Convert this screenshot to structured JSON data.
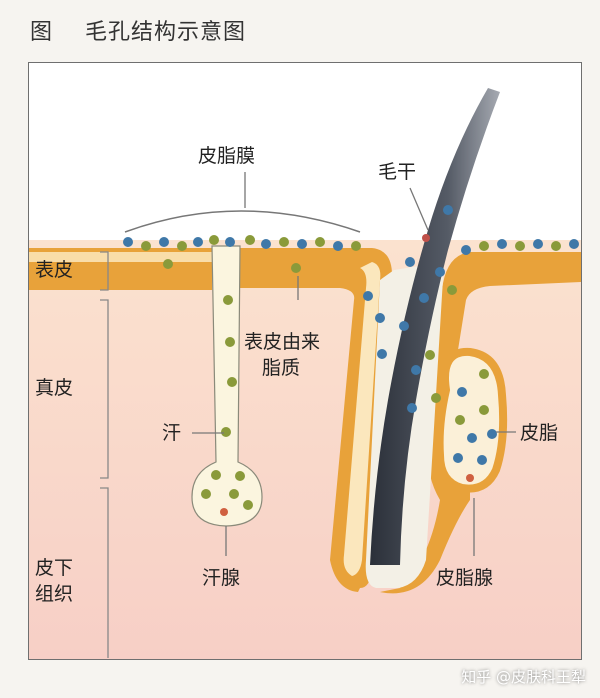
{
  "figure": {
    "title": "图    毛孔结构示意图"
  },
  "layers": {
    "epidermis": "表皮",
    "dermis": "真皮",
    "subcutis_line1": "皮下",
    "subcutis_line2": "组织"
  },
  "labels": {
    "sebum_film": "皮脂膜",
    "hair_shaft": "毛干",
    "epidermal_lipid_line1": "表皮由来",
    "epidermal_lipid_line2": "脂质",
    "sweat": "汗",
    "sebum": "皮脂",
    "sweat_gland": "汗腺",
    "sebaceous_gland": "皮脂腺"
  },
  "watermark": {
    "text": "知乎 @皮肤科王犁"
  },
  "colors": {
    "dermis_top": "#fbe2cf",
    "dermis_bottom": "#f8d2c8",
    "epidermis_orange": "#e8a23a",
    "epidermis_light": "#fbe7bd",
    "duct_fill": "#fbf5df",
    "hair_dark": "#2f3440",
    "hair_mid": "#8a8e98",
    "dot_blue": "#3f78a8",
    "dot_olive": "#8a9a3a"
  }
}
